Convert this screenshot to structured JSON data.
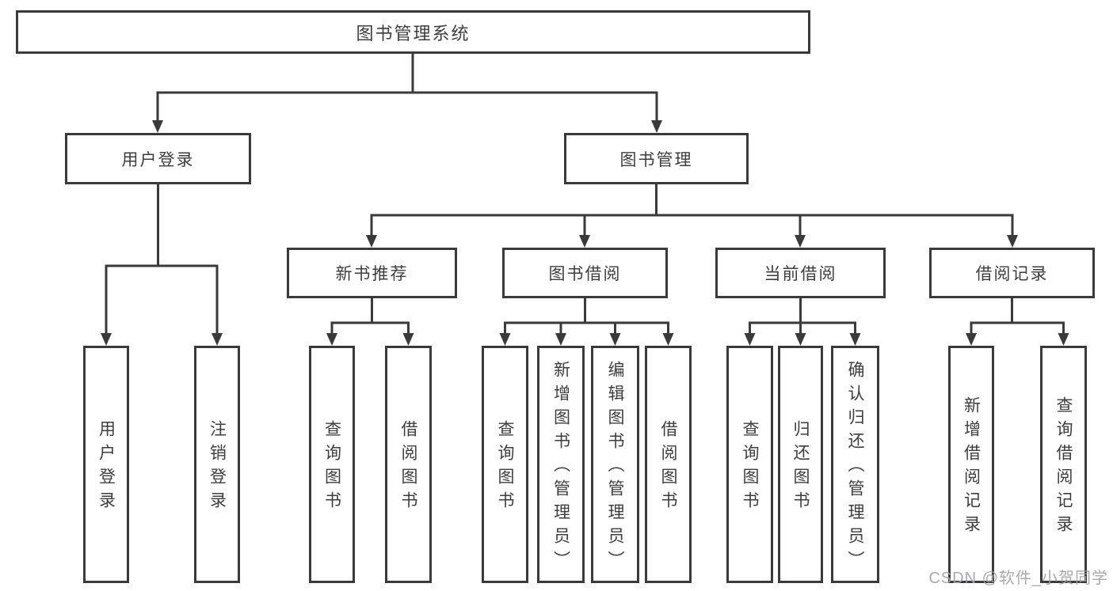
{
  "colors": {
    "line": "#3a3a3a",
    "node_border": "#3a3a3a",
    "node_text": "#3d3d3d",
    "background": "#ffffff",
    "watermark_text": "#a2a2a7"
  },
  "diagram": {
    "title": "图书管理系统",
    "branches": [
      {
        "label": "用户登录",
        "leaves": [
          "用户登录",
          "注销登录"
        ]
      },
      {
        "label": "图书管理",
        "groups": [
          {
            "label": "新书推荐",
            "leaves": [
              "查询图书",
              "借阅图书"
            ]
          },
          {
            "label": "图书借阅",
            "leaves": [
              "查询图书",
              "新增图书（管理员）",
              "编辑图书（管理员）",
              "借阅图书"
            ]
          },
          {
            "label": "当前借阅",
            "leaves": [
              "查询图书",
              "归还图书",
              "确认归还（管理员）"
            ]
          },
          {
            "label": "借阅记录",
            "leaves": [
              "新增借阅记录",
              "查询借阅记录"
            ]
          }
        ]
      }
    ]
  },
  "watermark": {
    "text": "CSDN @软件_小贺同学"
  }
}
